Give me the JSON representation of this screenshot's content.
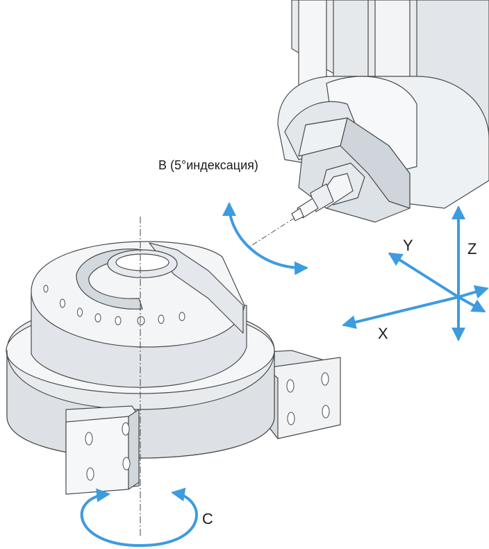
{
  "labels": {
    "b_axis": "B (5°индексация)",
    "axis_x": "X",
    "axis_y": "Y",
    "axis_z": "Z",
    "c_axis": "C"
  },
  "colors": {
    "arrow": "#3d9be0",
    "outline": "#4a4a4a",
    "body_light": "#f1f3f5",
    "body_mid": "#dfe3e7",
    "body_dark": "#c9ced4"
  }
}
